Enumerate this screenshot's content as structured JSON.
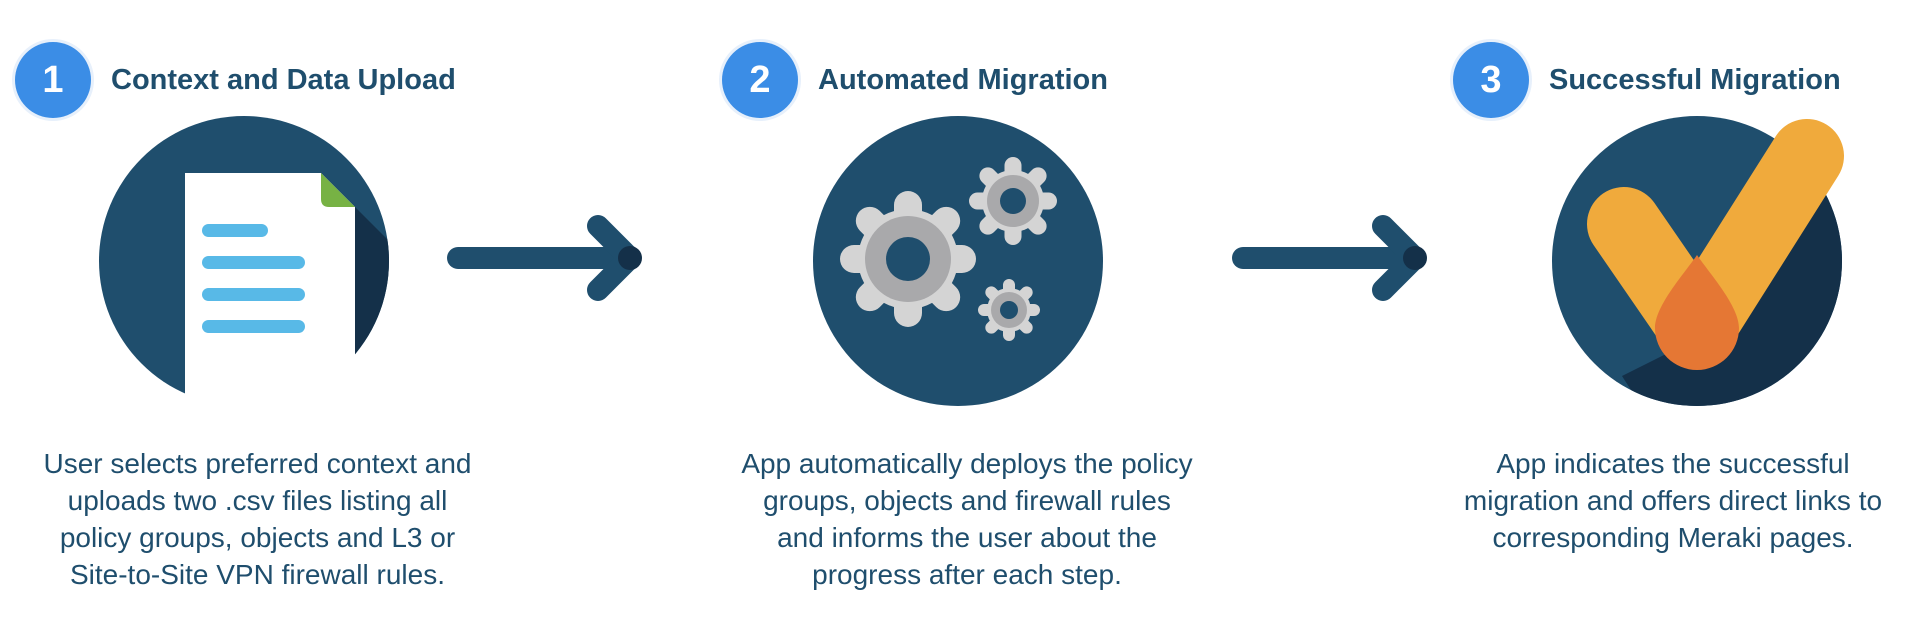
{
  "steps": [
    {
      "number": "1",
      "title": "Context and Data Upload",
      "icon": "document-icon",
      "description": [
        "User selects preferred context and",
        "uploads two .csv files listing all",
        "policy groups, objects and L3 or",
        "Site-to-Site VPN firewall rules."
      ]
    },
    {
      "number": "2",
      "title": "Automated Migration",
      "icon": "gears-icon",
      "description": [
        "App automatically deploys the policy",
        "groups, objects and firewall rules",
        "and informs the user about the",
        "progress after each step."
      ]
    },
    {
      "number": "3",
      "title": "Successful Migration",
      "icon": "checkmark-icon",
      "description": [
        "App indicates the successful",
        "migration and offers direct links to",
        "corresponding Meraki pages."
      ]
    }
  ],
  "colors": {
    "badge": "#3b8de6",
    "text": "#1f4e6d",
    "circle": "#1f4e6d",
    "shadow": "#143049",
    "arrow": "#1f4e6d",
    "accent_blue": "#58b9e7",
    "accent_green": "#77b244",
    "check": "#f0aa3c",
    "drop": "#e57734",
    "gear_light": "#d4d4d4",
    "gear_dark": "#a9a9ab"
  }
}
